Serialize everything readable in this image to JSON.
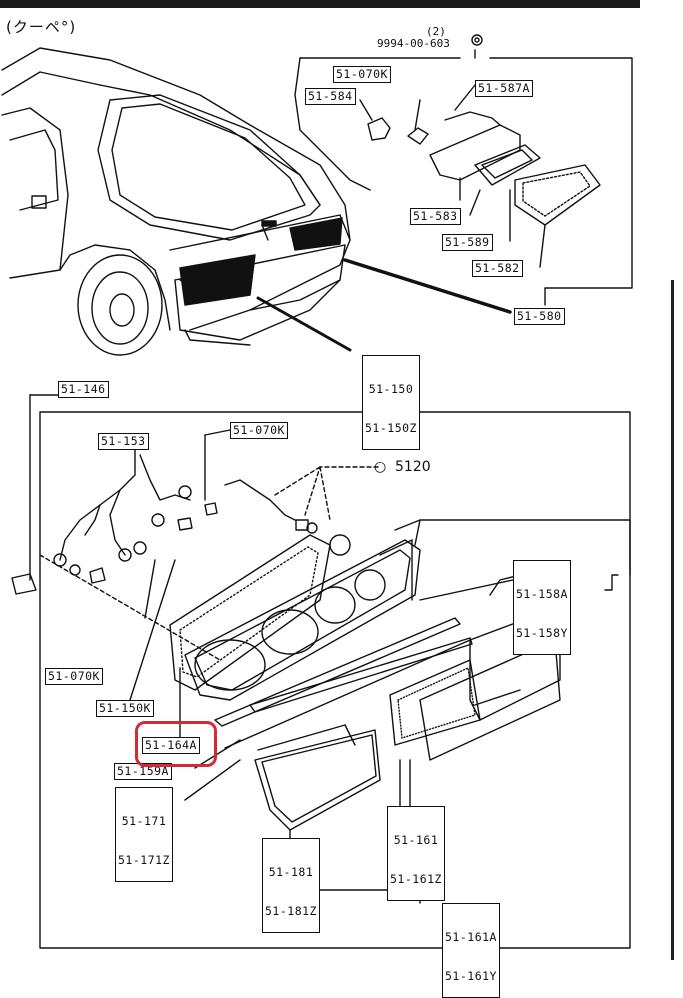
{
  "header": {
    "title": "(クーペ°)"
  },
  "colors": {
    "highlight": "#d42a35",
    "ink": "#111111"
  },
  "hardware": {
    "qty": "(2)",
    "part": "9994-00-603"
  },
  "callout": {
    "symbol": "○",
    "ref": "5120"
  },
  "labels": {
    "l51070k_top": "51-070K",
    "l51584": "51-584",
    "l51587a": "51-587A",
    "l51583": "51-583",
    "l51589": "51-589",
    "l51582": "51-582",
    "l51580": "51-580",
    "l51150": "51-150",
    "l51150z": "51-150Z",
    "l51146": "51-146",
    "l51153": "51-153",
    "l51070k_mid": "51-070K",
    "l51070k_left": "51-070K",
    "l51150k": "51-150K",
    "l51164a": "51-164A",
    "l51159a": "51-159A",
    "l51171": "51-171",
    "l51171z": "51-171Z",
    "l51158a": "51-158A",
    "l51158y": "51-158Y",
    "l51161": "51-161",
    "l51161z": "51-161Z",
    "l51181": "51-181",
    "l51181z": "51-181Z",
    "l51161a": "51-161A",
    "l51161y": "51-161Y"
  }
}
